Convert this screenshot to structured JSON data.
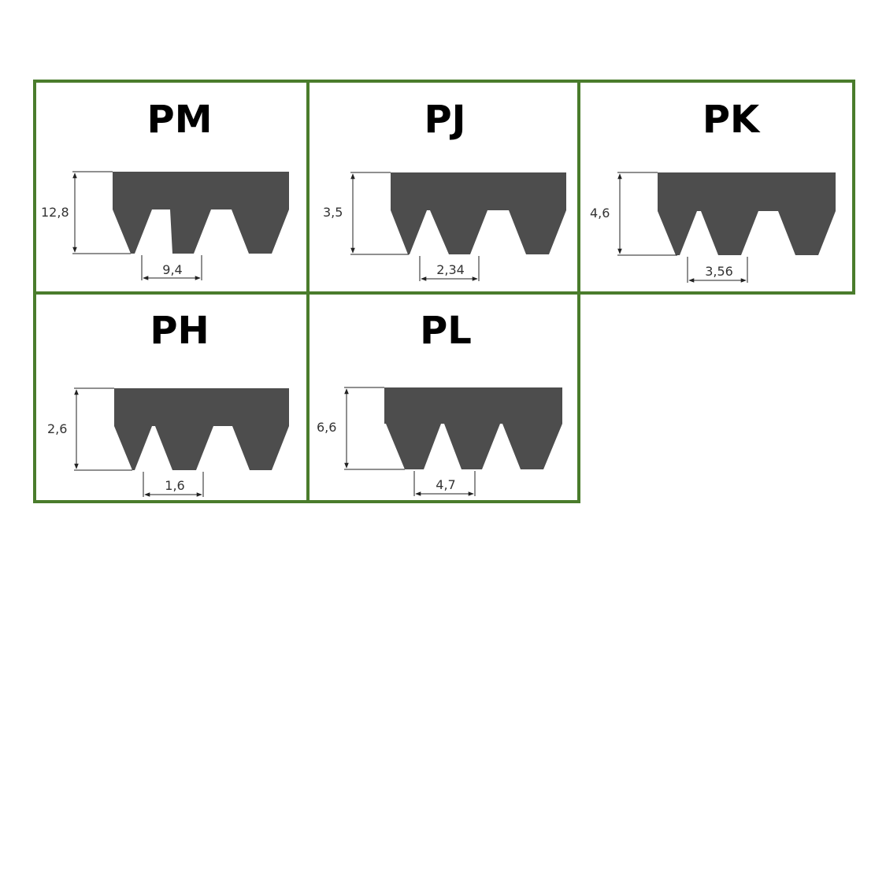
{
  "colors": {
    "frame": "#4a7c2c",
    "belt": "#4d4d4d",
    "dimension": "#222222",
    "text": "#000000"
  },
  "profiles": [
    {
      "code": "PM",
      "height": "12,8",
      "pitch": "9,4"
    },
    {
      "code": "PJ",
      "height": "3,5",
      "pitch": "2,34"
    },
    {
      "code": "PK",
      "height": "4,6",
      "pitch": "3,56"
    },
    {
      "code": "PH",
      "height": "2,6",
      "pitch": "1,6"
    },
    {
      "code": "PL",
      "height": "6,6",
      "pitch": "4,7"
    }
  ]
}
